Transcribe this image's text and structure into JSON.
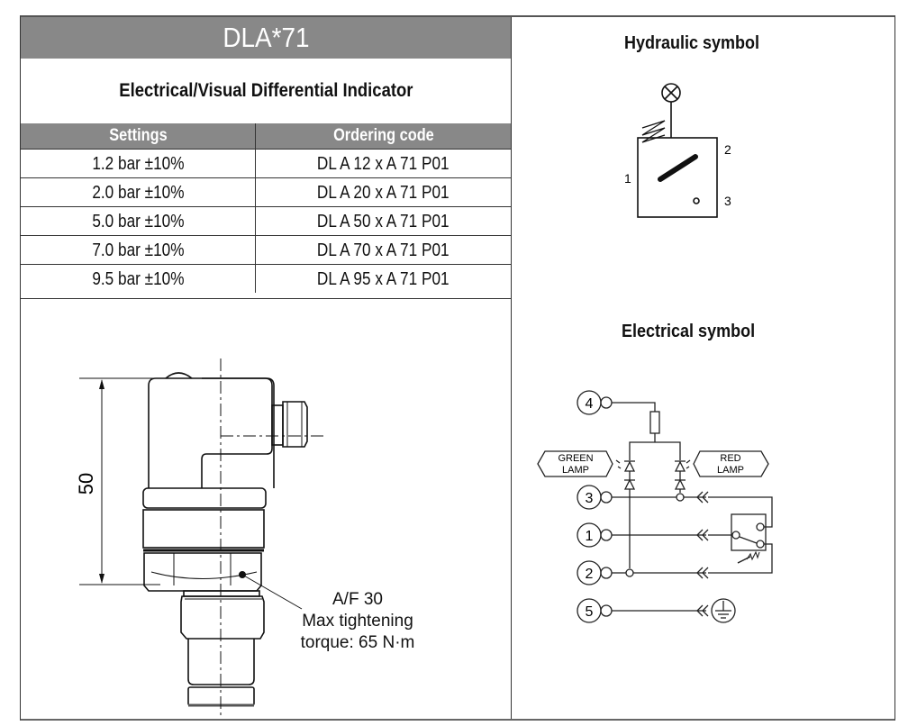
{
  "product": {
    "model": "DLA*71",
    "description": "Electrical/Visual Differential Indicator"
  },
  "ordering_table": {
    "headers": [
      "Settings",
      "Ordering code"
    ],
    "rows": [
      {
        "setting": "1.2 bar ±10%",
        "code": "DL A 12 x A 71 P01"
      },
      {
        "setting": "2.0 bar ±10%",
        "code": "DL A 20 x A 71 P01"
      },
      {
        "setting": "5.0 bar ±10%",
        "code": "DL A 50 x A 71 P01"
      },
      {
        "setting": "7.0 bar ±10%",
        "code": "DL A 70 x A 71 P01"
      },
      {
        "setting": "9.5 bar ±10%",
        "code": "DL A 95 x A 71 P01"
      }
    ]
  },
  "dimension_drawing": {
    "height_dimension": "50",
    "annotation_line1": "A/F 30",
    "annotation_line2": "Max tightening",
    "annotation_line3": "torque: 65 N·m"
  },
  "hydraulic_symbol": {
    "title": "Hydraulic symbol",
    "port_labels": [
      "1",
      "2",
      "3"
    ]
  },
  "electrical_symbol": {
    "title": "Electrical symbol",
    "terminals": [
      "4",
      "3",
      "1",
      "2",
      "5"
    ],
    "green_lamp_line1": "GREEN",
    "green_lamp_line2": "LAMP",
    "red_lamp_line1": "RED",
    "red_lamp_line2": "LAMP"
  }
}
